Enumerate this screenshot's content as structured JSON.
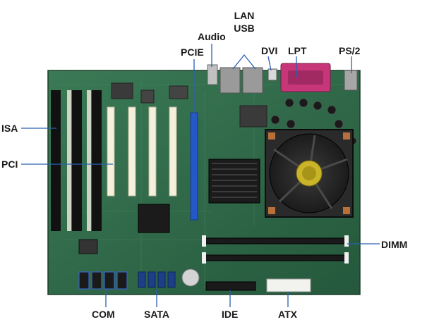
{
  "labels": {
    "isa": "ISA",
    "pci": "PCI",
    "pcie": "PCIE",
    "audio": "Audio",
    "lan": "LAN",
    "usb": "USB",
    "dvi": "DVI",
    "lpt": "LPT",
    "ps2": "PS/2",
    "dimm": "DIMM",
    "com": "COM",
    "sata": "SATA",
    "ide": "IDE",
    "atx": "ATX"
  },
  "colors": {
    "board": "#2f6b4a",
    "board_dark": "#1f4d34",
    "leader": "#2a5fb0",
    "isa_slot": "#111111",
    "pci_slot": "#f4f0dc",
    "pcie_slot": "#2458c8",
    "lpt_port": "#c8367a",
    "dimm_slot": "#1a1a1a",
    "fan": "#2a2a2a",
    "fan_hub": "#c9b42a",
    "heatsink": "#1b1b1b",
    "atx_conn": "#f2f2ee",
    "sata_conn": "#1d3f8a",
    "copper": "#b8703a"
  }
}
